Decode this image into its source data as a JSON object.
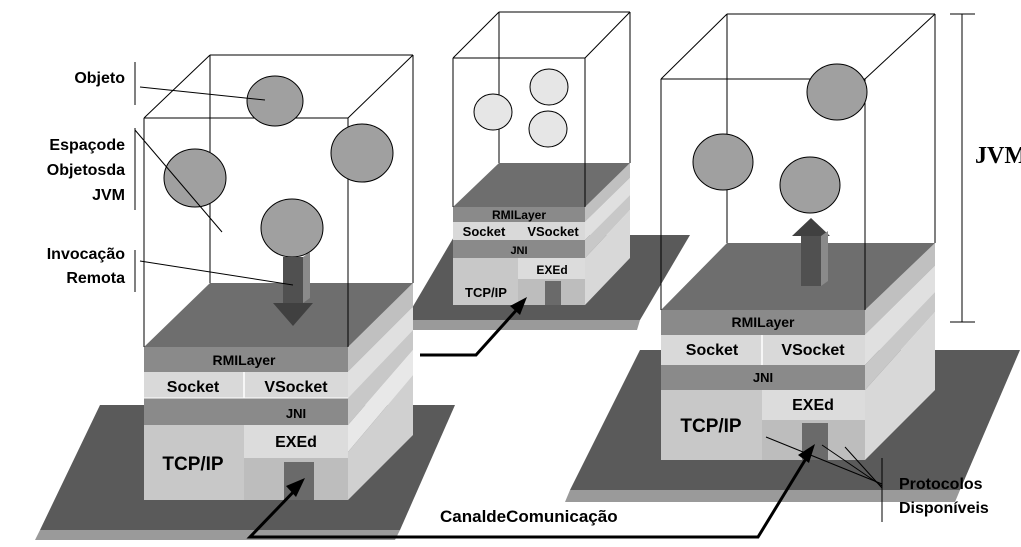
{
  "labels": {
    "objeto": "Objeto",
    "espaco_1": "Espaçode",
    "espaco_2": "Objetosda",
    "espaco_3": "JVM",
    "invocacao_1": "Invocação",
    "invocacao_2": "Remota",
    "jvm": "JVM",
    "canal": "CanaldeComunicação",
    "protocolos_1": "Protocolos",
    "protocolos_2": "Disponíveis"
  },
  "layers": {
    "rmi": "RMILayer",
    "socket": "Socket",
    "vsocket": "VSocket",
    "jni": "JNI",
    "exed": "EXEd",
    "tcpip": "TCP/IP"
  },
  "colors": {
    "platform": "#5a5a5a",
    "platform_side": "#9a9a9a",
    "roof": "#6e6e6e",
    "band_dark": "#8a8a8a",
    "band_mid": "#b8b8b8",
    "band_light": "#d9d9d9",
    "band_white": "#eeeeee",
    "sphere_dark": "#a0a0a0",
    "sphere_light": "#e6e6e6",
    "arrow": "#505050"
  }
}
